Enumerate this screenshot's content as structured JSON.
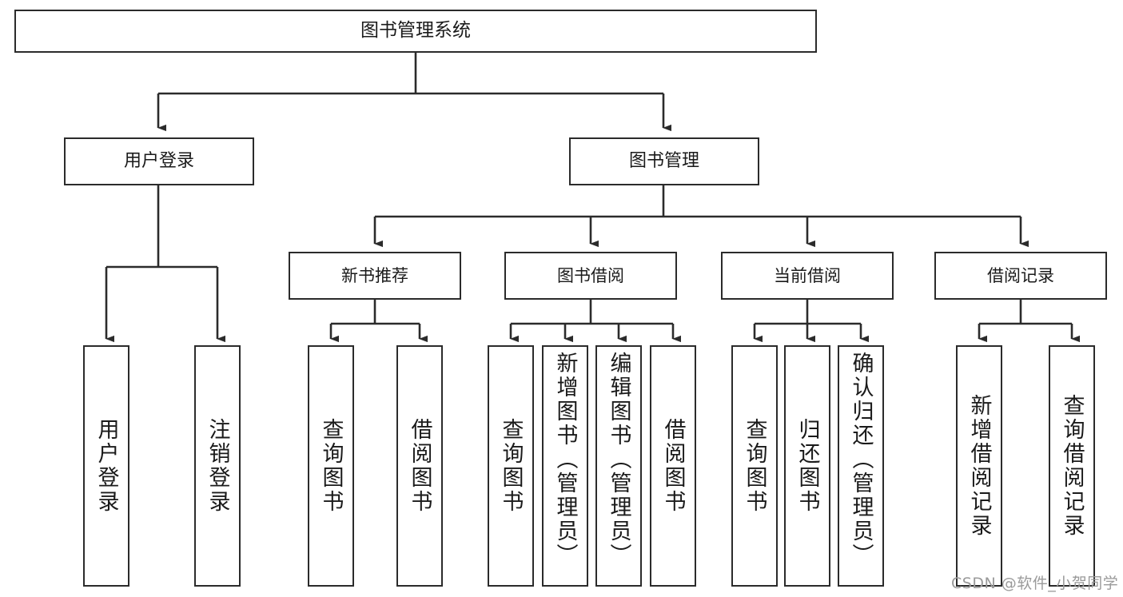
{
  "diagram": {
    "type": "tree-hierarchy",
    "title": "图书管理系统",
    "watermark": "CSDN @软件_小贺同学",
    "colors": {
      "background": "#ffffff",
      "node_fill": "#ffffff",
      "node_stroke": "#2b2b2b",
      "connector": "#2b2b2b",
      "text": "#1a1a1a",
      "watermark": "#9a9a9a"
    },
    "nodes": {
      "root": {
        "label": "图书管理系统",
        "level": 0
      },
      "l1": [
        {
          "id": "user-login",
          "label": "用户登录",
          "level": 1
        },
        {
          "id": "book-manage",
          "label": "图书管理",
          "level": 1
        }
      ],
      "l2": [
        {
          "id": "new-book-recommend",
          "label": "新书推荐",
          "level": 2,
          "parent": "book-manage"
        },
        {
          "id": "book-borrow",
          "label": "图书借阅",
          "level": 2,
          "parent": "book-manage"
        },
        {
          "id": "current-borrow",
          "label": "当前借阅",
          "level": 2,
          "parent": "book-manage"
        },
        {
          "id": "borrow-record",
          "label": "借阅记录",
          "level": 2,
          "parent": "book-manage"
        }
      ],
      "leaves": [
        {
          "id": "leaf-user-login",
          "label": "用户登录",
          "parent": "user-login"
        },
        {
          "id": "leaf-user-logout",
          "label": "注销登录",
          "parent": "user-login"
        },
        {
          "id": "leaf-query-book-1",
          "label": "查询图书",
          "parent": "new-book-recommend"
        },
        {
          "id": "leaf-borrow-book-1",
          "label": "借阅图书",
          "parent": "new-book-recommend"
        },
        {
          "id": "leaf-query-book-2",
          "label": "查询图书",
          "parent": "book-borrow"
        },
        {
          "id": "leaf-add-book",
          "label": "新增图书（管理员）",
          "parent": "book-borrow"
        },
        {
          "id": "leaf-edit-book",
          "label": "编辑图书（管理员）",
          "parent": "book-borrow"
        },
        {
          "id": "leaf-borrow-book-2",
          "label": "借阅图书",
          "parent": "book-borrow"
        },
        {
          "id": "leaf-query-book-3",
          "label": "查询图书",
          "parent": "current-borrow"
        },
        {
          "id": "leaf-return-book",
          "label": "归还图书",
          "parent": "current-borrow"
        },
        {
          "id": "leaf-confirm-return",
          "label": "确认归还（管理员）",
          "parent": "current-borrow"
        },
        {
          "id": "leaf-add-record",
          "label": "新增借阅记录",
          "parent": "borrow-record"
        },
        {
          "id": "leaf-query-record",
          "label": "查询借阅记录",
          "parent": "borrow-record"
        }
      ]
    }
  }
}
